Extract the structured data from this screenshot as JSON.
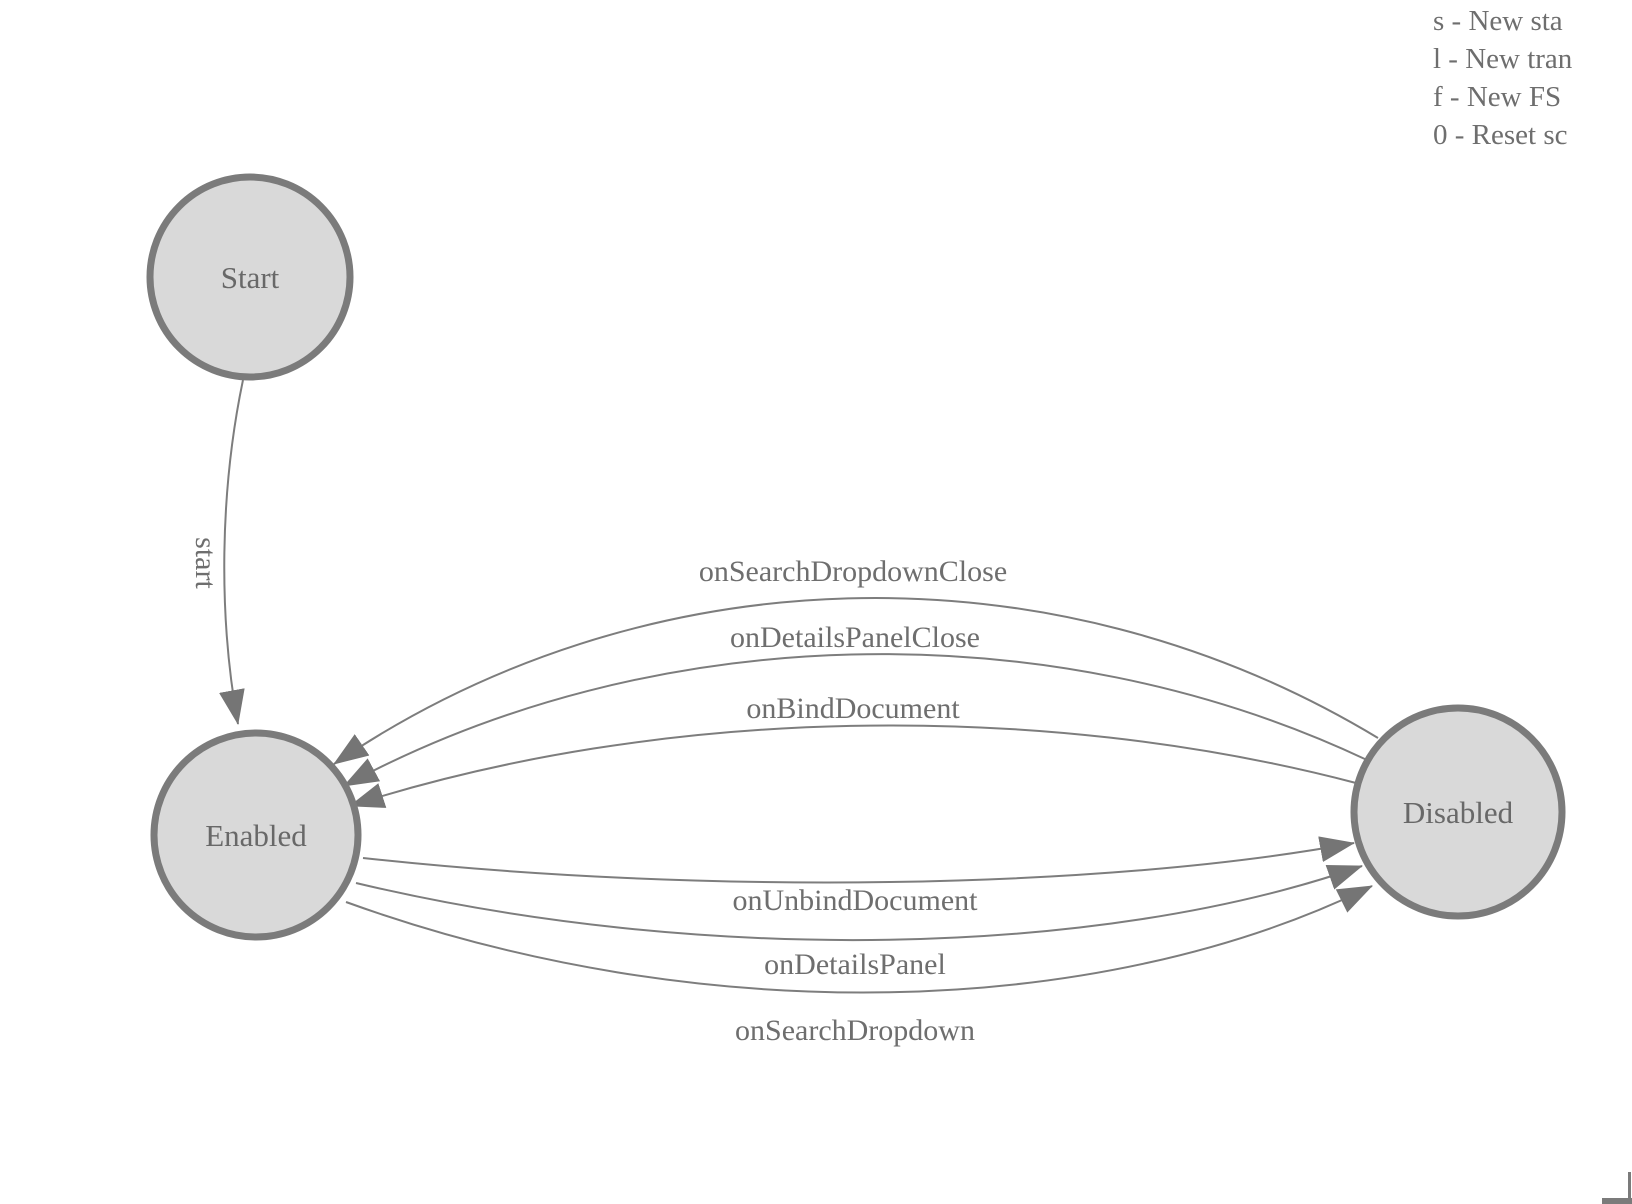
{
  "colors": {
    "node_fill": "#d9d9d9",
    "node_stroke": "#7b7b7b",
    "edge_stroke": "#7d7d7d",
    "label_text": "#6e6e6e",
    "legend_text": "#6e6e6e"
  },
  "legend": {
    "lines": [
      "s - New sta",
      "l - New tran",
      "f - New FS",
      "0 - Reset sc"
    ]
  },
  "diagram": {
    "type": "finite-state-machine",
    "nodes": [
      {
        "id": "start",
        "label": "Start"
      },
      {
        "id": "enabled",
        "label": "Enabled"
      },
      {
        "id": "disabled",
        "label": "Disabled"
      }
    ],
    "edges": [
      {
        "from": "Start",
        "to": "Enabled",
        "label": "start"
      },
      {
        "from": "Disabled",
        "to": "Enabled",
        "label": "onSearchDropdownClose"
      },
      {
        "from": "Disabled",
        "to": "Enabled",
        "label": "onDetailsPanelClose"
      },
      {
        "from": "Disabled",
        "to": "Enabled",
        "label": "onBindDocument"
      },
      {
        "from": "Enabled",
        "to": "Disabled",
        "label": "onUnbindDocument"
      },
      {
        "from": "Enabled",
        "to": "Disabled",
        "label": "onDetailsPanel"
      },
      {
        "from": "Enabled",
        "to": "Disabled",
        "label": "onSearchDropdown"
      }
    ]
  }
}
